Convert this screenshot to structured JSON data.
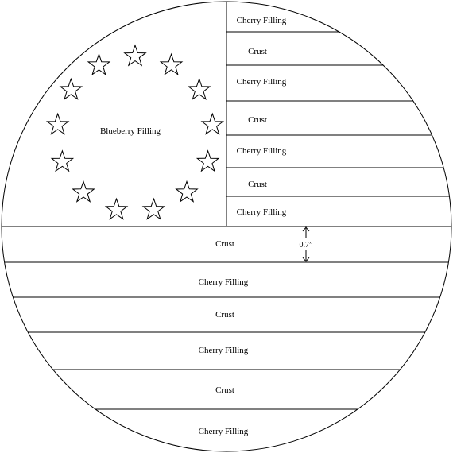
{
  "diagram": {
    "colors": {
      "line": "#000000",
      "background": "#ffffff",
      "star_fill": "#ffffff"
    },
    "canton": {
      "label": "Blueberry Filling",
      "star_count": 13
    },
    "right_stripes": [
      {
        "label": "Cherry Filling"
      },
      {
        "label": "Crust"
      },
      {
        "label": "Cherry Filling"
      },
      {
        "label": "Crust"
      },
      {
        "label": "Cherry Filling"
      },
      {
        "label": "Crust"
      },
      {
        "label": "Cherry Filling"
      }
    ],
    "bottom_stripes": [
      {
        "label": "Crust"
      },
      {
        "label": "Cherry Filling"
      },
      {
        "label": "Crust"
      },
      {
        "label": "Cherry Filling"
      },
      {
        "label": "Crust"
      },
      {
        "label": "Cherry Filling"
      }
    ],
    "dimension": {
      "label": "0.7”"
    }
  }
}
